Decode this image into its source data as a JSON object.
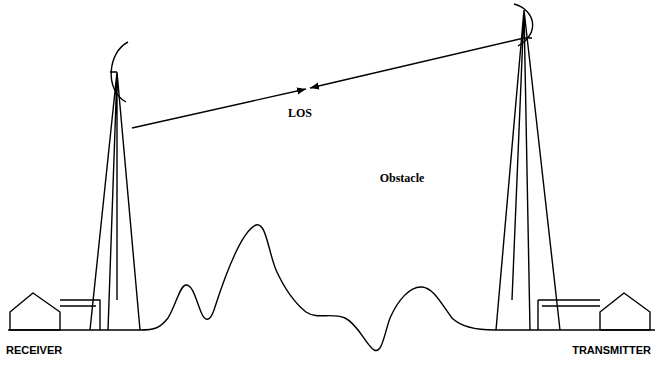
{
  "diagram": {
    "labels": [
      "LOS",
      "Obstacle",
      "RECEIVER",
      "TRANSMITTER"
    ]
  }
}
